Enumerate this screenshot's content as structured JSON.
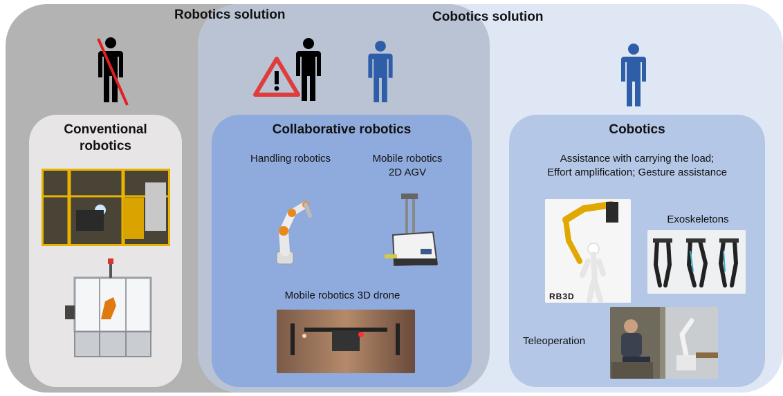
{
  "regions": {
    "robotics_title": "Robotics solution",
    "cobotics_title": "Cobotics solution"
  },
  "panels": {
    "conventional": {
      "title_line1": "Conventional",
      "title_line2": "robotics"
    },
    "collaborative": {
      "title": "Collaborative robotics",
      "handling": "Handling robotics",
      "mobile2d_line1": "Mobile robotics",
      "mobile2d_line2": "2D AGV",
      "drone": "Mobile robotics 3D drone"
    },
    "cobotics": {
      "title": "Cobotics",
      "desc_line1": "Assistance with carrying the load;",
      "desc_line2": "Effort amplification; Gesture assistance",
      "exoskeletons": "Exoskeletons",
      "teleoperation": "Teleoperation",
      "logo": "RB3D"
    }
  },
  "colors": {
    "robotics_bg": "#b3b3b3",
    "cobotics_bg": "#dfe7f5",
    "collab_panel": "#8faadc",
    "cobotics_panel": "#b4c7e7",
    "human_black": "#000000",
    "human_blue": "#2e5ea8",
    "warning_red": "#e03c3c"
  }
}
